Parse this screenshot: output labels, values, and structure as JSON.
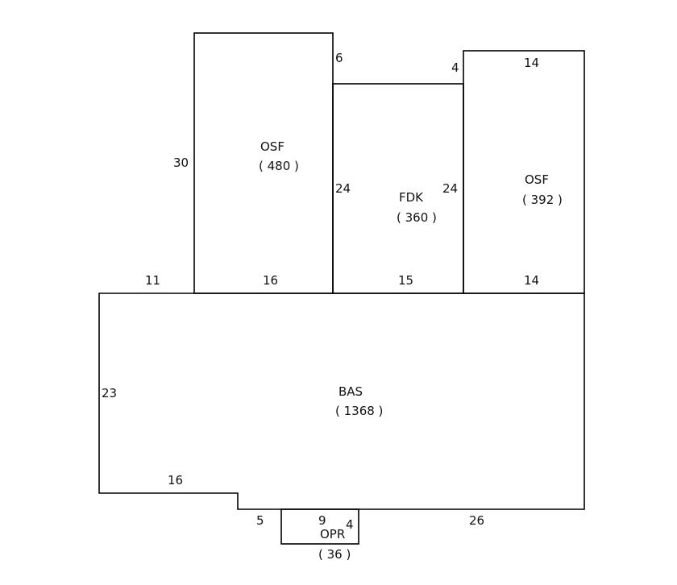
{
  "colors": {
    "background": "#ffffff",
    "line": "#000000",
    "text": "#111111"
  },
  "areas": {
    "osf_left": {
      "code": "OSF",
      "area": "( 480 )"
    },
    "fdk": {
      "code": "FDK",
      "area": "( 360 )"
    },
    "osf_right": {
      "code": "OSF",
      "area": "( 392 )"
    },
    "bas": {
      "code": "BAS",
      "area": "( 1368 )"
    },
    "opr": {
      "code": "OPR",
      "area": "( 36 )"
    }
  },
  "dimensions": {
    "osf_left_height": "30",
    "osf_left_width": "16",
    "osf_left_offset": "6",
    "fdk_left_height": "24",
    "fdk_right_height": "24",
    "fdk_offset": "4",
    "fdk_width": "15",
    "osf_right_top": "14",
    "osf_right_bottom": "14",
    "bas_left_top": "11",
    "bas_left_height": "23",
    "bas_bottom_left": "16",
    "bas_step": "5",
    "bas_bottom_right": "26",
    "opr_width": "9",
    "opr_height": "4"
  }
}
